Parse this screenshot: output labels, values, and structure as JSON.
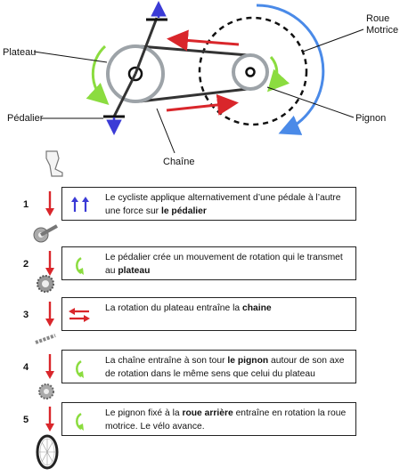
{
  "labels": {
    "plateau": "Plateau",
    "roue_motrice": "Roue\nMotrice",
    "pedalier": "Pédalier",
    "chaine": "Chaîne",
    "pignon": "Pignon"
  },
  "colors": {
    "red": "#d9262b",
    "blue": "#4a8ae8",
    "green": "#8bdc3f",
    "purple": "#3b3bd6",
    "gray": "#9da3a8",
    "dark": "#333333"
  },
  "steps": [
    {
      "number": "1",
      "icon": "up-arrows-icon",
      "part": "leg-icon",
      "text_before": "Le cycliste applique alternativement d’une pédale à l’autre une force sur ",
      "bold": "le pédalier",
      "text_after": ""
    },
    {
      "number": "2",
      "icon": "rotation-arrow-icon",
      "part": "crank-icon",
      "text_before": "Le pédalier crée un mouvement de rotation qui le transmet au ",
      "bold": "plateau",
      "text_after": ""
    },
    {
      "number": "3",
      "icon": "chain-arrows-icon",
      "part": "chainring-icon",
      "text_before": "La rotation du plateau entraîne la ",
      "bold": "chaine",
      "text_after": ""
    },
    {
      "number": "4",
      "icon": "rotation-arrow-icon",
      "part": "chain-icon",
      "text_before": "La chaîne entraîne à son tour ",
      "bold": "le pignon",
      "text_after": " autour de son axe de rotation dans le même sens que celui du plateau"
    },
    {
      "number": "5",
      "icon": "rotation-arrow-icon",
      "part": "sprocket-icon",
      "text_before": "Le pignon fixé à la ",
      "bold": "roue arrière",
      "text_after": " entraîne en rotation la roue motrice. Le vélo avance."
    }
  ]
}
